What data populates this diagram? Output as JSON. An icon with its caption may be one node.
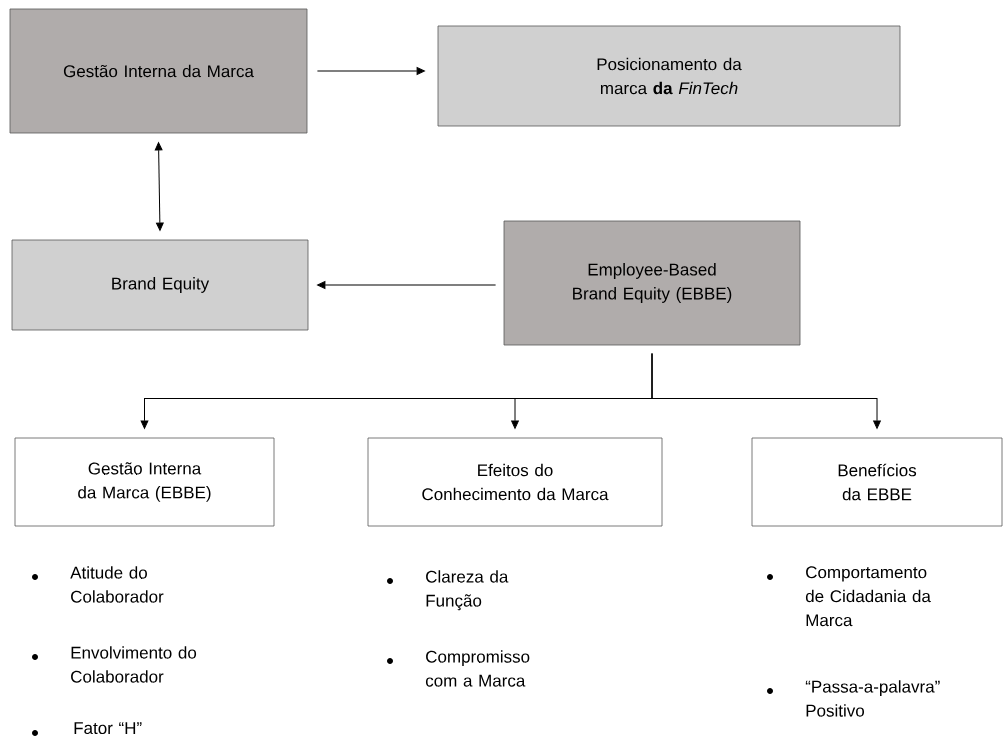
{
  "diagram": {
    "nodes": [
      {
        "text": [
          "Gestão Interna da Marca"
        ]
      },
      {
        "text": [
          "Posicionamento da marca **da** *FinTech*"
        ]
      },
      {
        "text": [
          "Brand Equity"
        ]
      },
      {
        "text": [
          "Employee-Based Brand Equity (EBBE)"
        ]
      },
      {
        "text": [
          "Gestão Interna da Marca (EBBE)"
        ]
      },
      {
        "text": [
          "Efeitos do Conhecimento da Marca"
        ]
      },
      {
        "text": [
          "Benefícios da EBBE"
        ]
      }
    ],
    "edges": [
      {
        "from": 0,
        "to": 1,
        "arrow": "to"
      },
      {
        "from": 0,
        "to": 2,
        "arrow": "both"
      },
      {
        "from": 3,
        "to": 2,
        "arrow": "to"
      },
      {
        "from": 3,
        "to": 4,
        "arrow": "to"
      },
      {
        "from": 3,
        "to": 5,
        "arrow": "to"
      },
      {
        "from": 3,
        "to": 6,
        "arrow": "to"
      }
    ],
    "labels": [
      "Atitude do Colaborador",
      "Envolvimento do Colaborador",
      "Fator “H”",
      "Clareza da Função",
      "Compromisso com a Marca",
      "Comportamento de Cidadania da Marca",
      "“Passa-a-palavra” Positivo"
    ]
  }
}
